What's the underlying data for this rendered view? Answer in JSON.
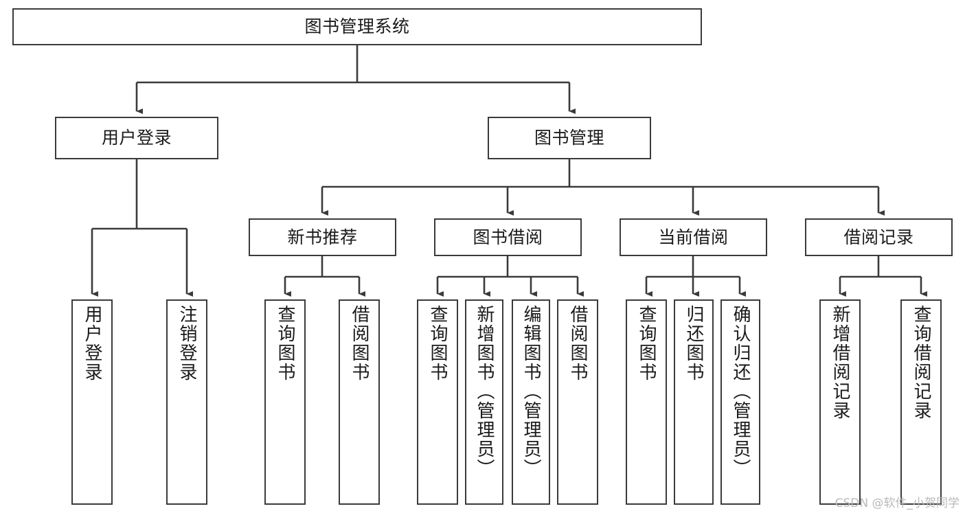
{
  "diagram": {
    "type": "tree",
    "title": "图书管理系统",
    "orientation": "top-down",
    "style": {
      "box_border_color": "#3a3a3a",
      "box_fill_color": "#ffffff",
      "edge_color": "#3a3a3a",
      "text_color": "#1a1a1a",
      "background": "#ffffff",
      "watermark_color": "#b9b9b9"
    },
    "nodes": {
      "root": {
        "label": "图书管理系统"
      },
      "level2": [
        {
          "id": "user-login",
          "label": "用户登录"
        },
        {
          "id": "book-manage",
          "label": "图书管理"
        }
      ],
      "level3": [
        {
          "id": "new-book-recommend",
          "label": "新书推荐"
        },
        {
          "id": "book-borrow",
          "label": "图书借阅"
        },
        {
          "id": "current-borrow",
          "label": "当前借阅"
        },
        {
          "id": "borrow-record",
          "label": "借阅记录"
        }
      ],
      "leaves": {
        "user-login": [
          {
            "id": "leaf-user-login",
            "label": "用户登录"
          },
          {
            "id": "leaf-logout",
            "label": "注销登录"
          }
        ],
        "new-book-recommend": [
          {
            "id": "leaf-query-book-1",
            "label": "查询图书"
          },
          {
            "id": "leaf-borrow-book-1",
            "label": "借阅图书"
          }
        ],
        "book-borrow": [
          {
            "id": "leaf-query-book-2",
            "label": "查询图书"
          },
          {
            "id": "leaf-add-book",
            "label": "新增图书（管理员）"
          },
          {
            "id": "leaf-edit-book",
            "label": "编辑图书（管理员）"
          },
          {
            "id": "leaf-borrow-book-2",
            "label": "借阅图书"
          }
        ],
        "current-borrow": [
          {
            "id": "leaf-query-book-3",
            "label": "查询图书"
          },
          {
            "id": "leaf-return-book",
            "label": "归还图书"
          },
          {
            "id": "leaf-confirm-return",
            "label": "确认归还（管理员）"
          }
        ],
        "borrow-record": [
          {
            "id": "leaf-add-record",
            "label": "新增借阅记录"
          },
          {
            "id": "leaf-query-record",
            "label": "查询借阅记录"
          }
        ]
      }
    },
    "edges": [
      {
        "from": "root",
        "to": "user-login"
      },
      {
        "from": "root",
        "to": "book-manage"
      },
      {
        "from": "user-login",
        "to": "leaf-user-login"
      },
      {
        "from": "user-login",
        "to": "leaf-logout"
      },
      {
        "from": "book-manage",
        "to": "new-book-recommend"
      },
      {
        "from": "book-manage",
        "to": "book-borrow"
      },
      {
        "from": "book-manage",
        "to": "current-borrow"
      },
      {
        "from": "book-manage",
        "to": "borrow-record"
      },
      {
        "from": "new-book-recommend",
        "to": "leaf-query-book-1"
      },
      {
        "from": "new-book-recommend",
        "to": "leaf-borrow-book-1"
      },
      {
        "from": "book-borrow",
        "to": "leaf-query-book-2"
      },
      {
        "from": "book-borrow",
        "to": "leaf-add-book"
      },
      {
        "from": "book-borrow",
        "to": "leaf-edit-book"
      },
      {
        "from": "book-borrow",
        "to": "leaf-borrow-book-2"
      },
      {
        "from": "current-borrow",
        "to": "leaf-query-book-3"
      },
      {
        "from": "current-borrow",
        "to": "leaf-return-book"
      },
      {
        "from": "current-borrow",
        "to": "leaf-confirm-return"
      },
      {
        "from": "borrow-record",
        "to": "leaf-add-record"
      },
      {
        "from": "borrow-record",
        "to": "leaf-query-record"
      }
    ]
  },
  "watermark": {
    "text": "CSDN @软件_小贺同学"
  }
}
